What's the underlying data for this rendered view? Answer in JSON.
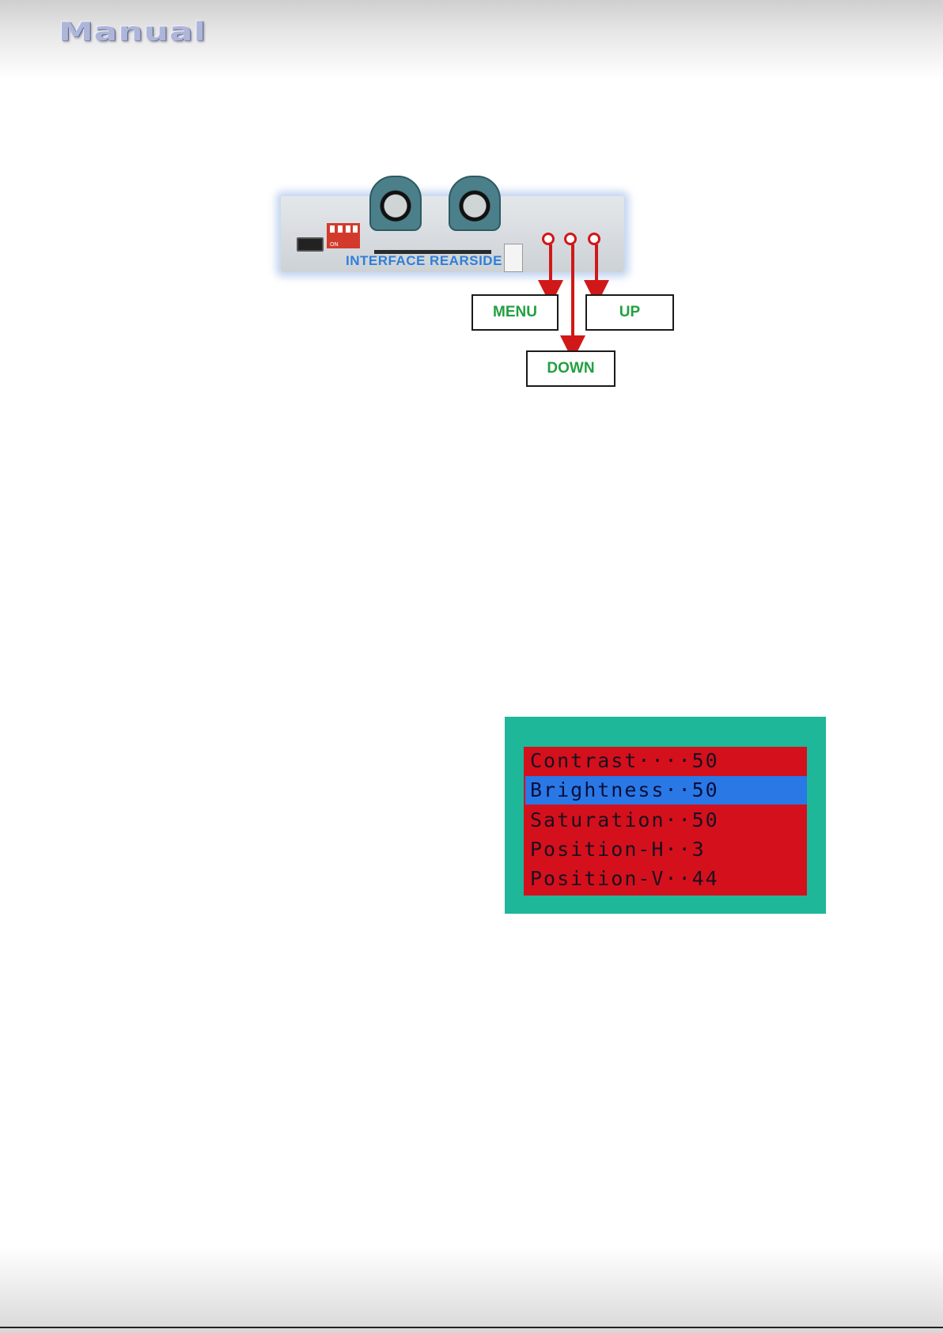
{
  "header": {
    "title": "Manual"
  },
  "interface_figure": {
    "device_label": "INTERFACE  REARSIDE",
    "dip_switch_caption": "ON",
    "callouts": {
      "menu": "MENU",
      "up": "UP",
      "down": "DOWN"
    }
  },
  "osd_figure": {
    "rows": [
      {
        "text": "Contrast····50",
        "selected": false
      },
      {
        "text": "Brightness··50",
        "selected": true
      },
      {
        "text": "Saturation··50",
        "selected": false
      },
      {
        "text": "Position-H··3",
        "selected": false
      },
      {
        "text": "Position-V··44",
        "selected": false
      }
    ],
    "colors": {
      "background": "#1eb79a",
      "panel": "#d4101c",
      "selected": "#2a78e6"
    }
  }
}
